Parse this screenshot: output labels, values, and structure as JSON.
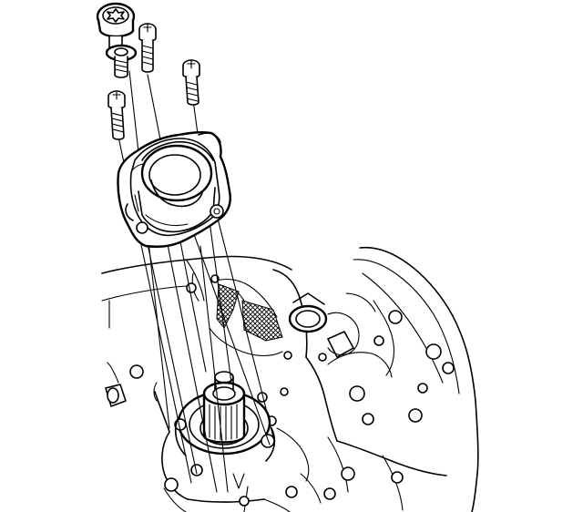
{
  "diagram": {
    "type": "exploded-assembly-line-drawing",
    "parts": [
      "torx-bolt",
      "bolt",
      "bolt",
      "bolt",
      "bolt",
      "bearing-housing",
      "transmission-case",
      "input-shaft"
    ],
    "colors": {
      "ink": "#000000",
      "paper": "#ffffff"
    }
  }
}
